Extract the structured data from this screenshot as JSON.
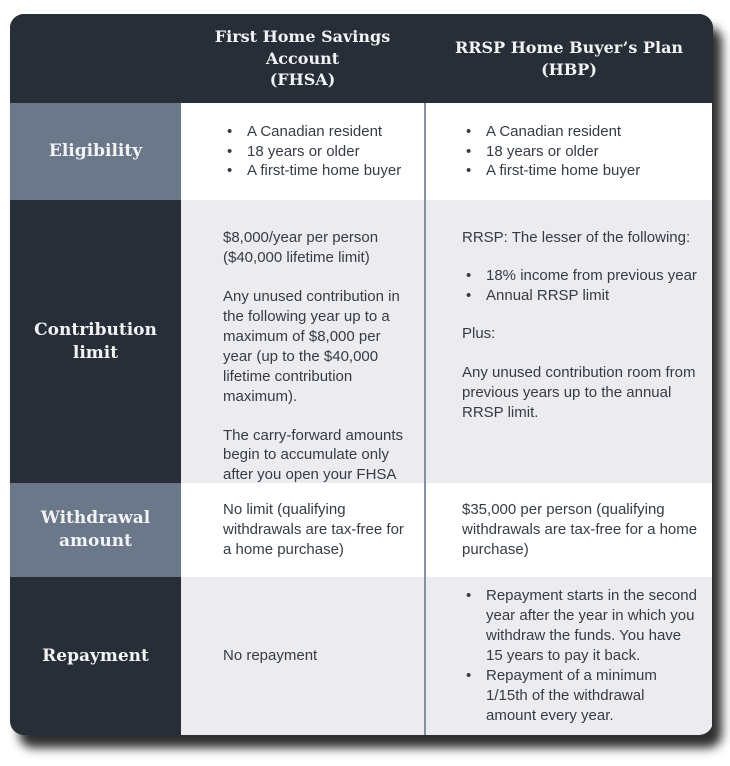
{
  "header": {
    "fhsa": {
      "title": "First Home Savings Account",
      "abbr": "(FHSA)"
    },
    "hbp": {
      "title": "RRSP Home Buyer’s Plan",
      "abbr": "(HBP)"
    }
  },
  "rows": {
    "eligibility": {
      "label": "Eligibility",
      "fhsa": {
        "bullets": [
          "A Canadian resident",
          "18 years or older",
          "A first-time home buyer"
        ]
      },
      "hbp": {
        "bullets": [
          "A Canadian resident",
          "18 years or older",
          "A first-time home buyer"
        ]
      }
    },
    "contribution": {
      "label": "Contribution limit",
      "fhsa": {
        "p1": "$8,000/year per person ($40,000 lifetime limit)",
        "p2": "Any unused contribution in the following year up to a maximum of $8,000 per year (up to the $40,000 lifetime contribution maximum).",
        "p3": "The carry-forward amounts begin to accumulate only after you open your FHSA"
      },
      "hbp": {
        "p1": "RRSP: The lesser of the following:",
        "bullets": [
          "18% income from previous year",
          "Annual RRSP limit"
        ],
        "p2": "Plus:",
        "p3": "Any unused contribution room from previous years up to the annual RRSP limit."
      }
    },
    "withdrawal": {
      "label": "Withdrawal amount",
      "fhsa": {
        "p1": "No limit (qualifying withdrawals are tax-free for a home purchase)"
      },
      "hbp": {
        "p1": "$35,000 per person (qualifying withdrawals are tax-free for a home purchase)"
      }
    },
    "repayment": {
      "label": "Repayment",
      "fhsa": {
        "p1": "No repayment"
      },
      "hbp": {
        "bullets": [
          "Repayment starts in the second year after the year in which you withdraw the funds. You have 15 years to pay it back.",
          "Repayment of a minimum 1/15th of the withdrawal amount every year."
        ]
      }
    }
  },
  "colors": {
    "header_bg": "#272e37",
    "slate_label_bg": "#6a7889",
    "light_cell_bg": "#ebebf0",
    "white_cell_bg": "#ffffff",
    "divider": "#8791a3",
    "header_text": "#f2f3f5",
    "body_text": "#363c45"
  }
}
